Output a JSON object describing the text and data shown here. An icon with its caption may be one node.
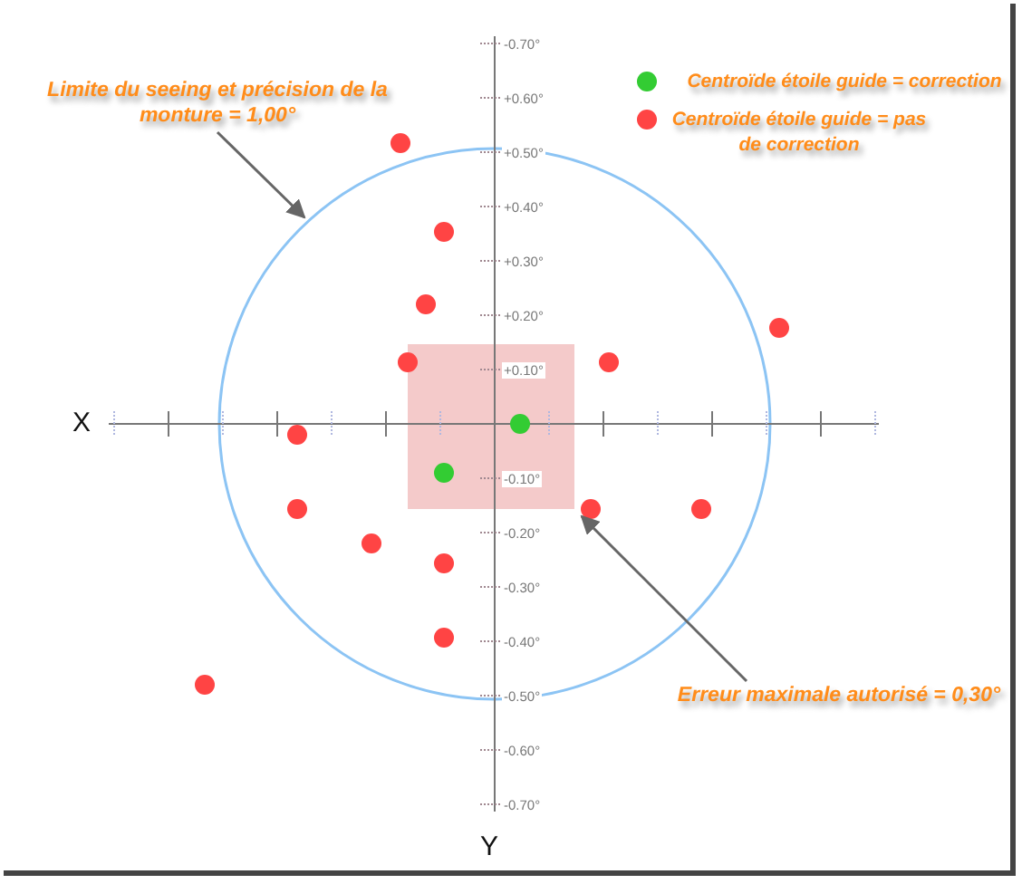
{
  "diagram": {
    "nodes": [
      {
        "text": [
          "Limite du seeing et précision de la monture = 1,00°"
        ]
      },
      {
        "text": [],
        "shape": "circle"
      },
      {
        "text": [
          "Erreur maximale autorisé = 0,30°"
        ]
      },
      {
        "text": [],
        "shape": "box",
        "in": 1
      }
    ],
    "edges": [
      {
        "from": 0,
        "to": 1,
        "arrow": "to"
      },
      {
        "from": 2,
        "to": 3,
        "arrow": "to"
      }
    ],
    "labels": [
      "-0.70°",
      "+0.60°",
      "+0.50°",
      "+0.40°",
      "+0.30°",
      "+0.20°",
      "+0.10°",
      "X",
      "-0.10°",
      "-0.20°",
      "-0.30°",
      "-0.40°",
      "-0.50°",
      "-0.60°",
      "-0.70°",
      "Y"
    ],
    "legend": [
      {
        "text": "Centroïde étoile guide = correction",
        "color": "#33cc33"
      },
      {
        "text": "Centroïde étoile guide = pas de correction",
        "color": "#ff4444"
      }
    ]
  }
}
